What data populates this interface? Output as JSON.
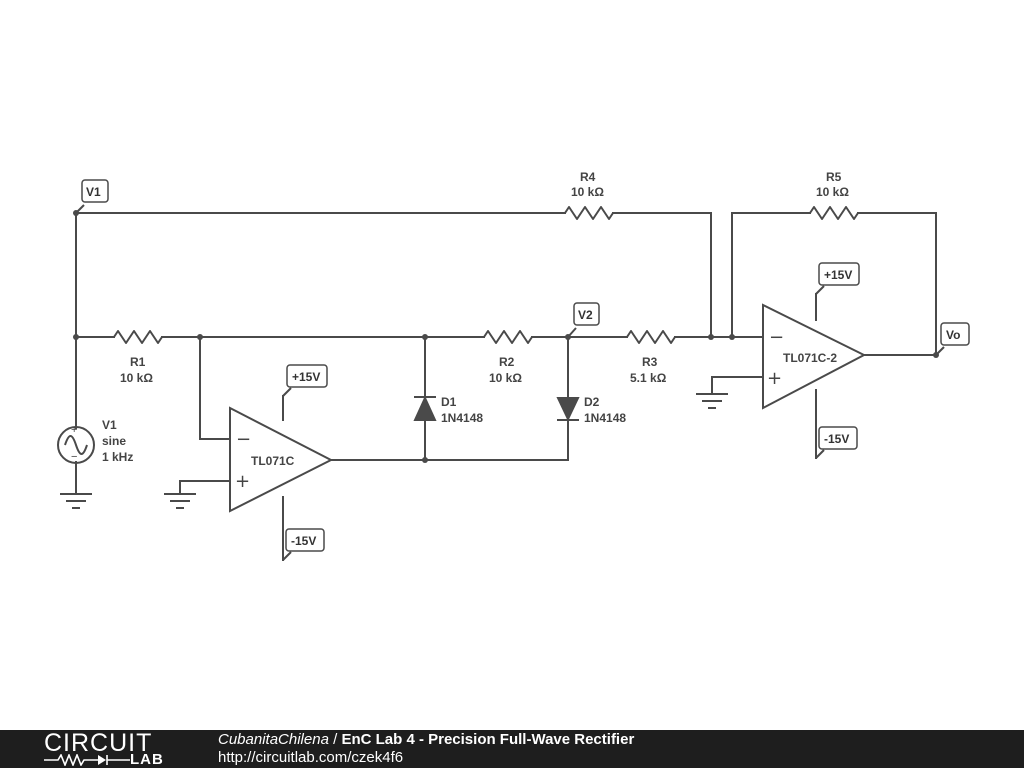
{
  "schematic": {
    "components": {
      "r1": {
        "ref": "R1",
        "value": "10 kΩ"
      },
      "r2": {
        "ref": "R2",
        "value": "10 kΩ"
      },
      "r3": {
        "ref": "R3",
        "value": "5.1 kΩ"
      },
      "r4": {
        "ref": "R4",
        "value": "10 kΩ"
      },
      "r5": {
        "ref": "R5",
        "value": "10 kΩ"
      },
      "d1": {
        "ref": "D1",
        "value": "1N4148"
      },
      "d2": {
        "ref": "D2",
        "value": "1N4148"
      },
      "u1": {
        "ref": "TL071C"
      },
      "u2": {
        "ref": "TL071C-2"
      },
      "v1": {
        "ref": "V1",
        "type": "sine",
        "freq": "1 kHz"
      }
    },
    "net_labels": {
      "v1": "V1",
      "v2": "V2",
      "vo": "Vo",
      "u1_pos_supply": "+15V",
      "u1_neg_supply": "-15V",
      "u2_pos_supply": "+15V",
      "u2_neg_supply": "-15V"
    }
  },
  "footer": {
    "logo_top": "CIRCUIT",
    "logo_bottom": "LAB",
    "author": "CubanitaChilena",
    "separator": " / ",
    "title": "EnC Lab 4 - Precision Full-Wave Rectifier",
    "url": "http://circuitlab.com/czek4f6"
  },
  "colors": {
    "wire": "#4a4a4a",
    "footer_bg": "#1e1e1e",
    "footer_text": "#ffffff"
  }
}
